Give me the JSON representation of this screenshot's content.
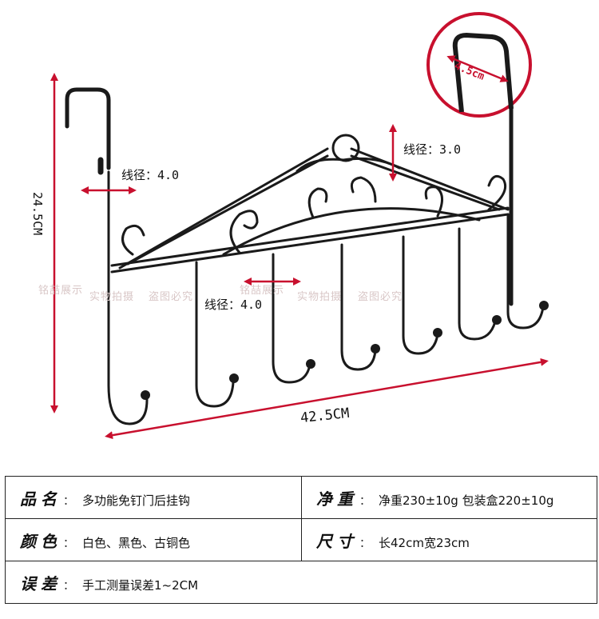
{
  "annotations": {
    "height": "24.5CM",
    "width": "42.5CM",
    "wire_left": "线径：4.0",
    "wire_top": "线径：3.0",
    "wire_mid": "线径：4.0",
    "inset_size": "4.5cm"
  },
  "watermarks": [
    "铭喆展示",
    "实物拍摄",
    "盗图必究",
    "铭喆展示",
    "实物拍摄",
    "盗图必究"
  ],
  "specs": {
    "name_label": "品名",
    "name_value": "多功能免钉门后挂钩",
    "weight_label": "净重",
    "weight_value": "净重230±10g 包装盒220±10g",
    "color_label": "颜色",
    "color_value": "白色、黑色、古铜色",
    "size_label": "尺寸",
    "size_value": "长42cm宽23cm",
    "error_label": "误差",
    "error_value": "手工测量误差1~2CM"
  },
  "colors": {
    "arrow": "#c8102e",
    "metal": "#1a1a1a",
    "border": "#222222"
  }
}
